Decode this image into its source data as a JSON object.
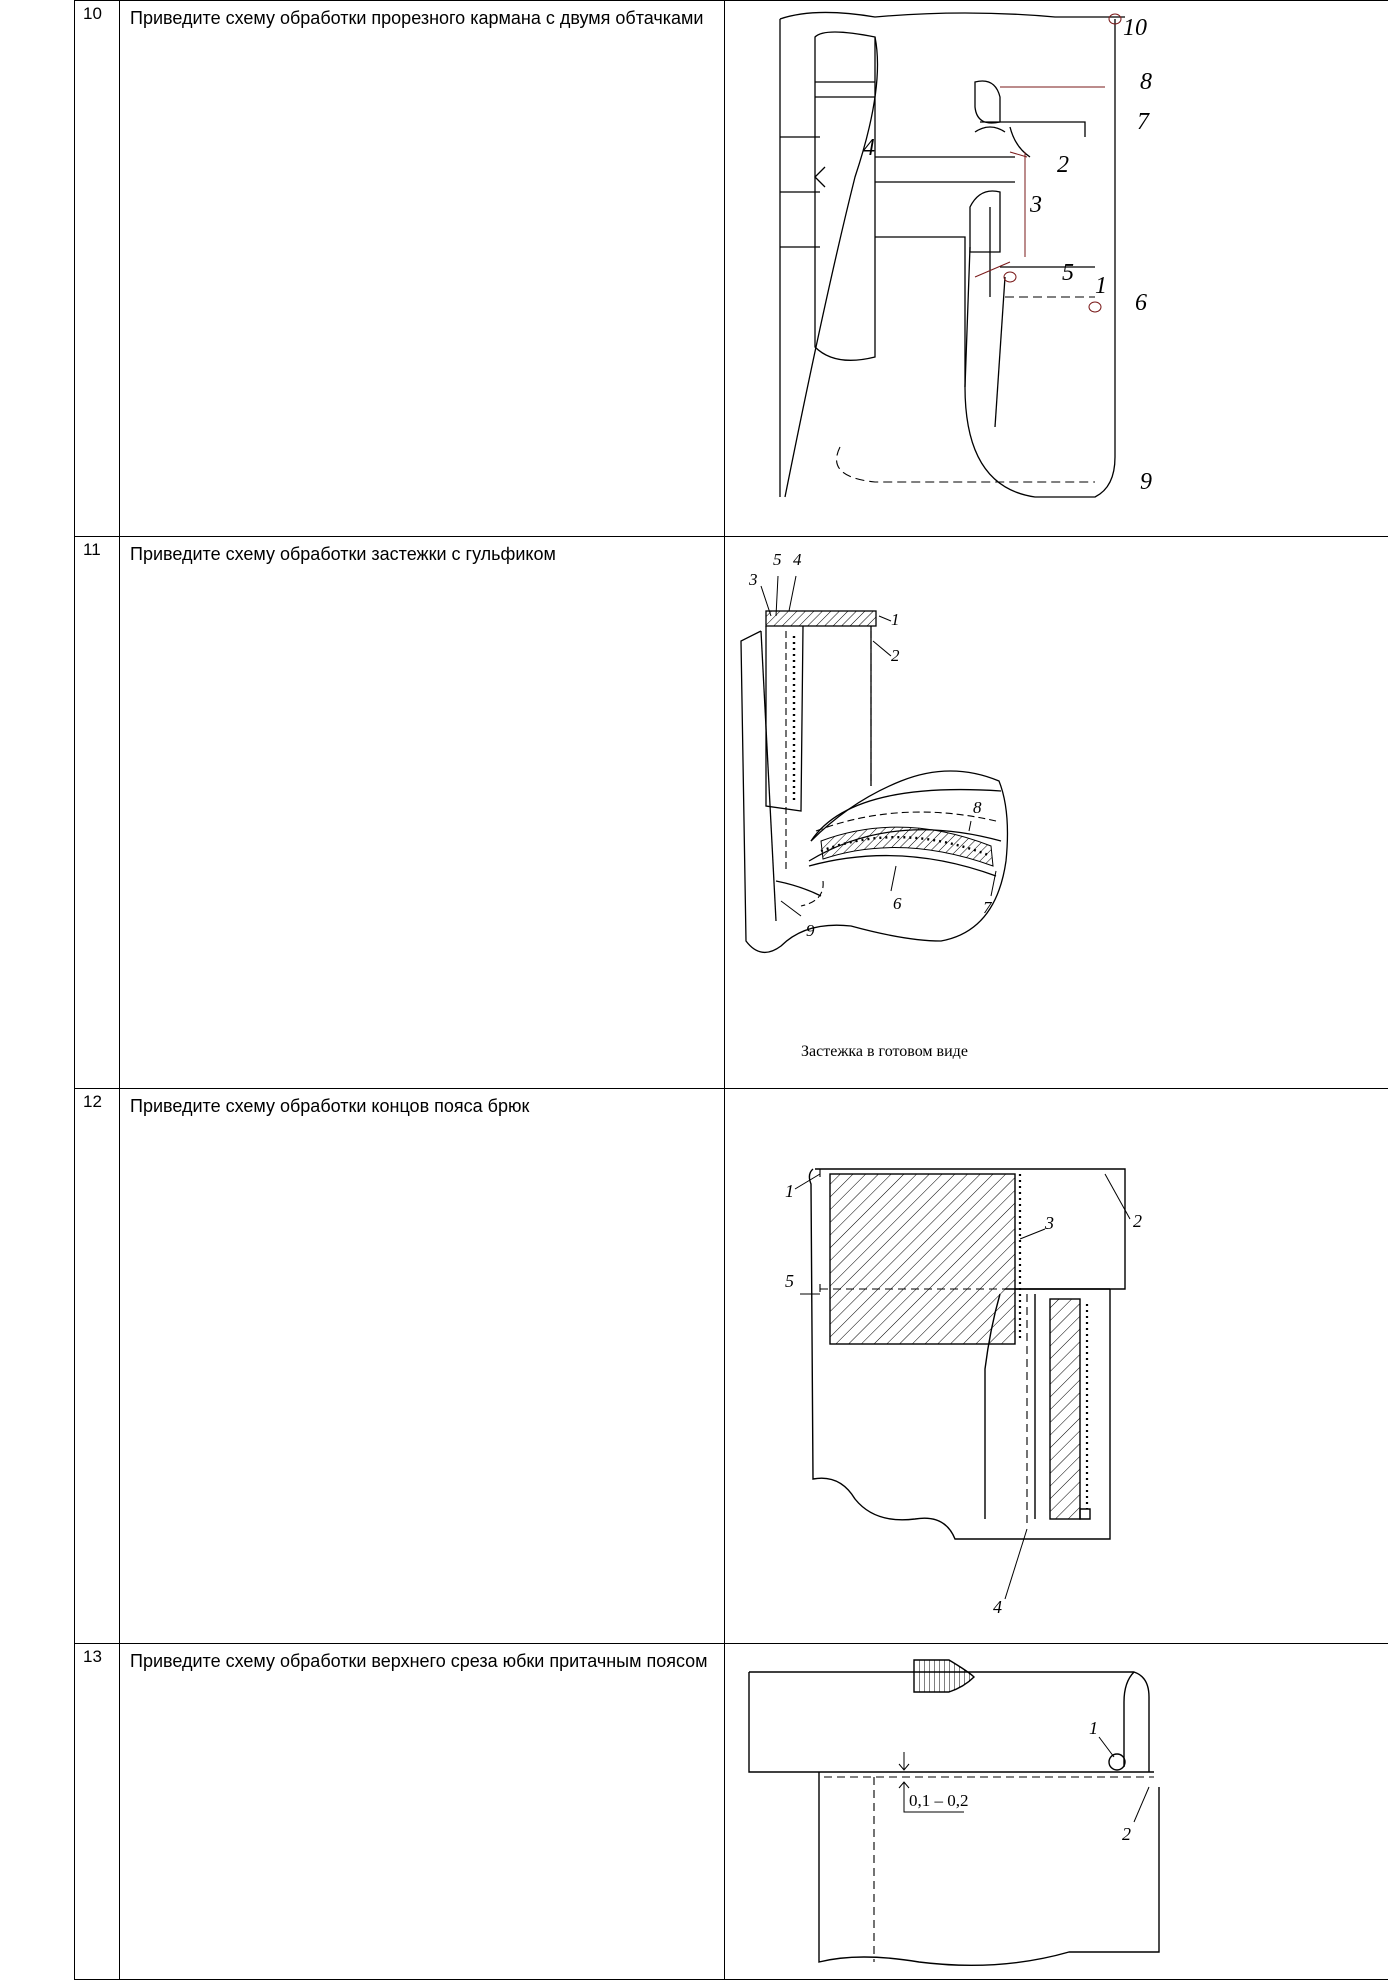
{
  "rows": [
    {
      "number": "10",
      "question": "Приведите схему обработки прорезного кармана с двумя обтачками",
      "figure_labels": [
        "1",
        "2",
        "3",
        "4",
        "5",
        "6",
        "7",
        "8",
        "9",
        "10"
      ]
    },
    {
      "number": "11",
      "question": "Приведите схему обработки застежки с гульфиком",
      "figure_labels": [
        "1",
        "2",
        "3",
        "4",
        "5",
        "6",
        "7",
        "8",
        "9"
      ],
      "figure_caption": "Застежка в готовом виде"
    },
    {
      "number": "12",
      "question": "Приведите схему обработки концов пояса брюк",
      "figure_labels": [
        "1",
        "2",
        "3",
        "4",
        "5"
      ]
    },
    {
      "number": "13",
      "question": "Приведите схему обработки верхнего среза юбки притачным поясом",
      "figure_labels": [
        "1",
        "2"
      ],
      "figure_dimension": "0,1 – 0,2"
    }
  ]
}
